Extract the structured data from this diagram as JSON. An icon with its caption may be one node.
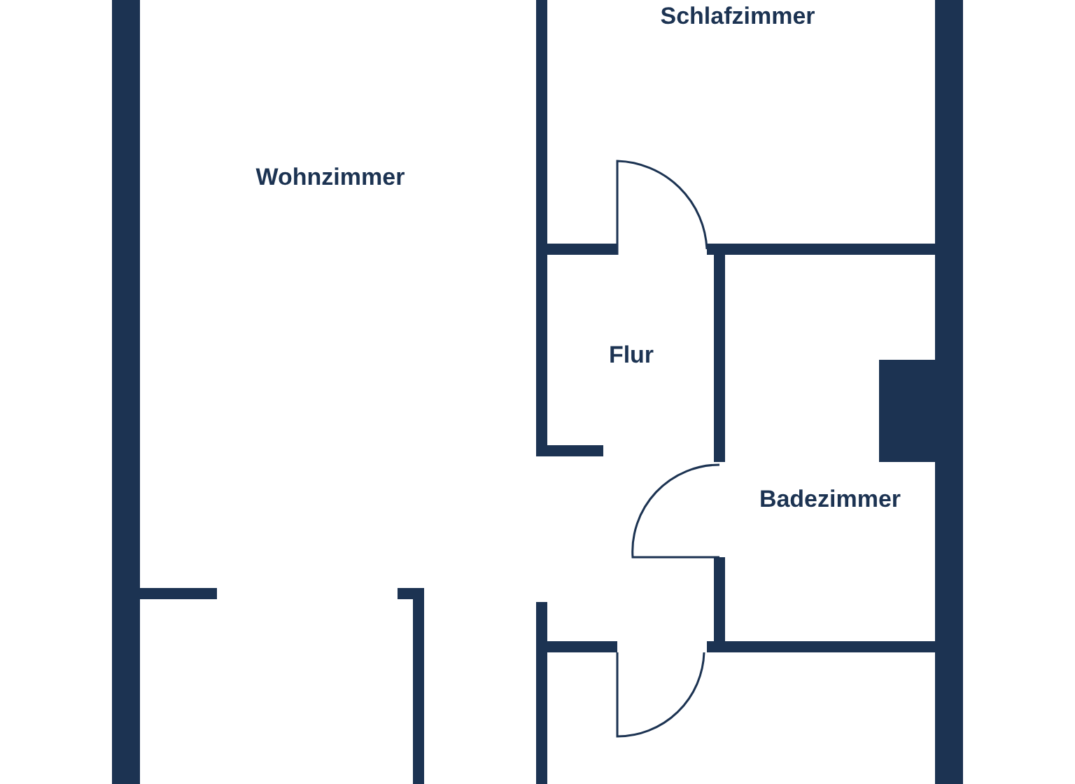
{
  "diagram": {
    "nodes": [
      {
        "text": [
          "Schlafzimmer"
        ]
      },
      {
        "text": [
          "Wohnzimmer"
        ]
      },
      {
        "text": [
          "Flur"
        ]
      },
      {
        "text": [
          "Badezimmer"
        ]
      }
    ]
  }
}
